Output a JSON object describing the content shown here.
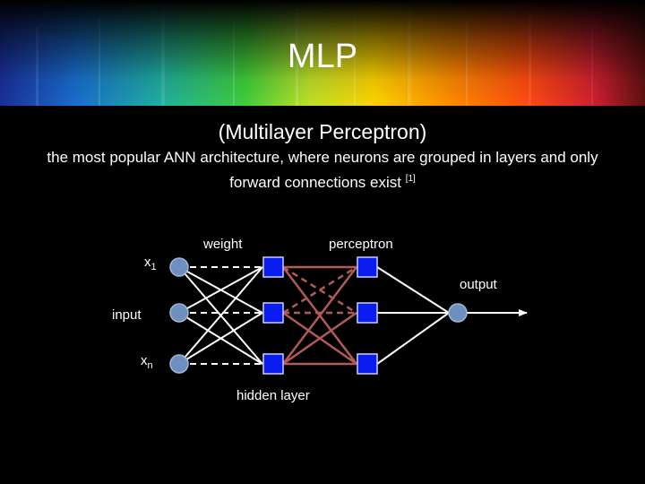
{
  "slide": {
    "title": "MLP",
    "subtitle": "(Multilayer Perceptron)",
    "description": "the most popular ANN architecture, where neurons are grouped in layers and only forward connections exist",
    "citation": "[1]"
  },
  "diagram": {
    "labels": {
      "weight": "weight",
      "perceptron": "perceptron",
      "output": "output",
      "input": "input",
      "hidden_layer": "hidden layer",
      "x1": "x",
      "x1_sub": "1",
      "xn": "x",
      "xn_sub": "n"
    },
    "colors": {
      "input_node": "#6f8fbf",
      "hidden_node": "#0a1cf0",
      "output_node": "#6f8fbf",
      "weight_line": "#ffffff",
      "hidden_weight_line": "#b05a5a"
    }
  }
}
